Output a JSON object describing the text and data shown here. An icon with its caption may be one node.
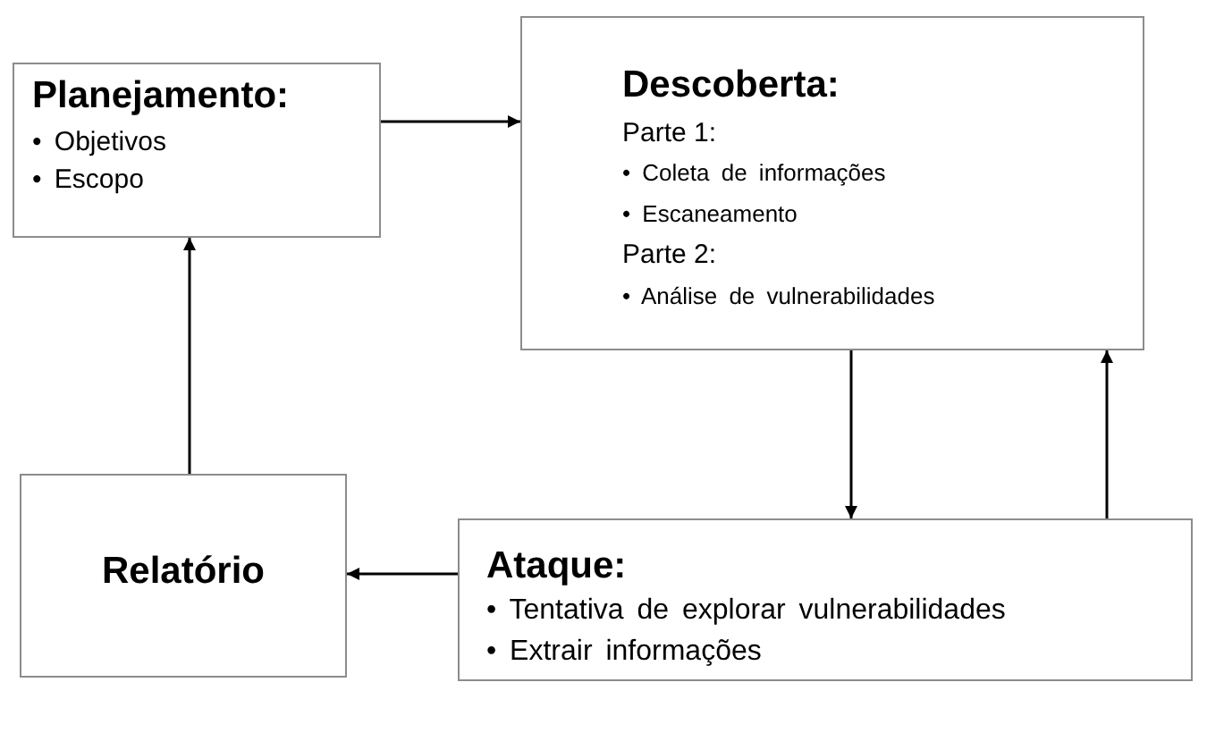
{
  "diagram": {
    "nodes": [
      {
        "text": [
          "Planejamento:",
          "• Objetivos",
          "• Escopo"
        ]
      },
      {
        "text": [
          "Descoberta:",
          "Parte 1:",
          "• Coleta de informações",
          "• Escaneamento",
          "Parte 2:",
          "• Análise de vulnerabilidades"
        ]
      },
      {
        "text": [
          "Relatório"
        ]
      },
      {
        "text": [
          "Ataque:",
          "• Tentativa de explorar vulnerabilidades",
          "• Extrair informações"
        ]
      }
    ],
    "edges": [
      {
        "from": 0,
        "to": 1,
        "arrow": "to"
      },
      {
        "from": 1,
        "to": 3,
        "arrow": "to"
      },
      {
        "from": 3,
        "to": 1,
        "arrow": "to"
      },
      {
        "from": 3,
        "to": 2,
        "arrow": "to"
      },
      {
        "from": 2,
        "to": 0,
        "arrow": "to"
      }
    ]
  }
}
